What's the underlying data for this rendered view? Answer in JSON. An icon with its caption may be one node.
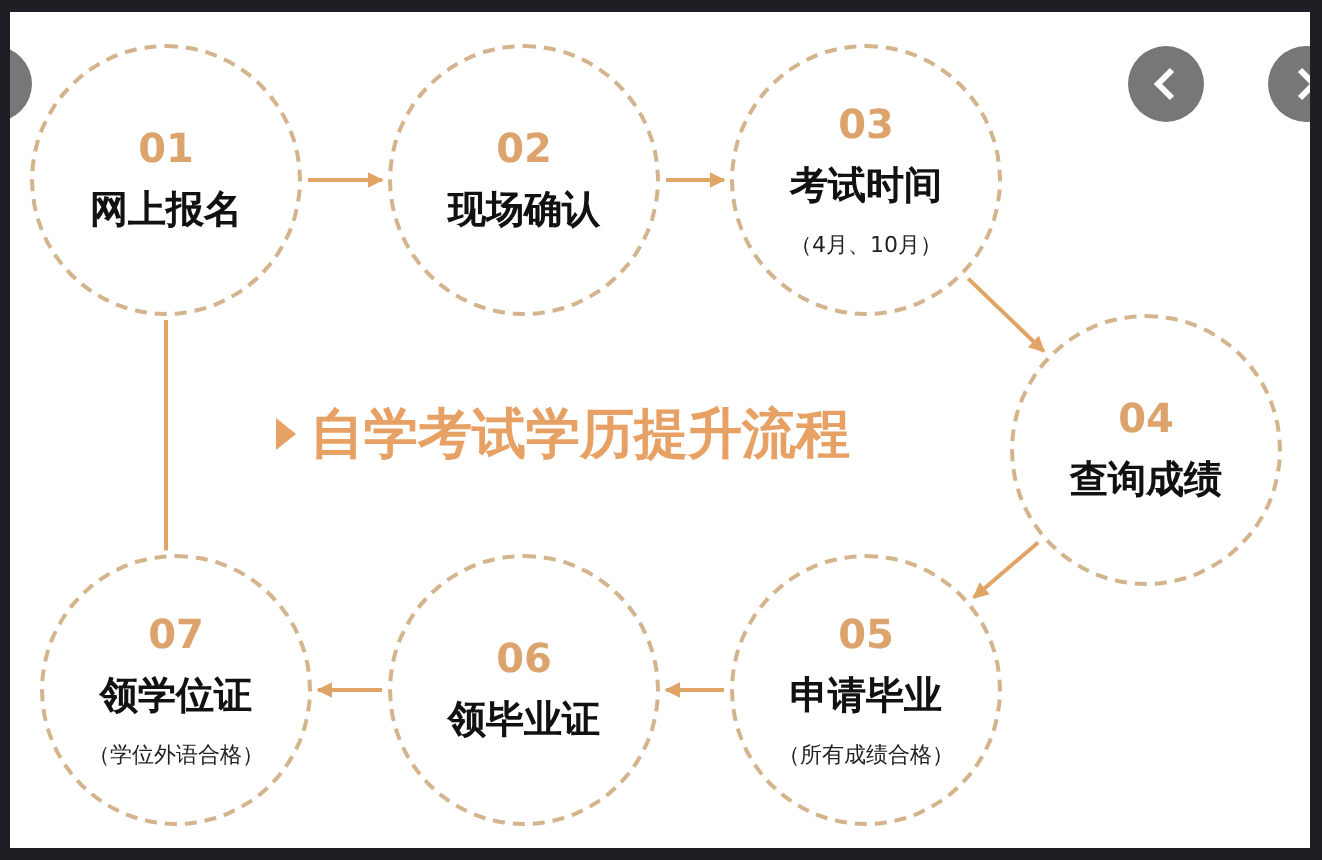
{
  "diagram": {
    "title": "自学考试学历提升流程",
    "nodes": [
      {
        "text": [
          "01",
          "网上报名"
        ]
      },
      {
        "text": [
          "02",
          "现场确认"
        ]
      },
      {
        "text": [
          "03",
          "考试时间",
          "（4月、10月）"
        ]
      },
      {
        "text": [
          "04",
          "查询成绩"
        ]
      },
      {
        "text": [
          "05",
          "申请毕业",
          "（所有成绩合格）"
        ]
      },
      {
        "text": [
          "06",
          "领毕业证"
        ]
      },
      {
        "text": [
          "07",
          "领学位证",
          "（学位外语合格）"
        ]
      }
    ],
    "edges": [
      {
        "from": 0,
        "to": 1,
        "arrow": "to"
      },
      {
        "from": 1,
        "to": 2,
        "arrow": "to"
      },
      {
        "from": 2,
        "to": 3,
        "arrow": "to"
      },
      {
        "from": 3,
        "to": 4,
        "arrow": "to"
      },
      {
        "from": 4,
        "to": 5,
        "arrow": "to"
      },
      {
        "from": 5,
        "to": 6,
        "arrow": "to"
      },
      {
        "from": 6,
        "to": 0,
        "arrow": "none"
      }
    ]
  }
}
